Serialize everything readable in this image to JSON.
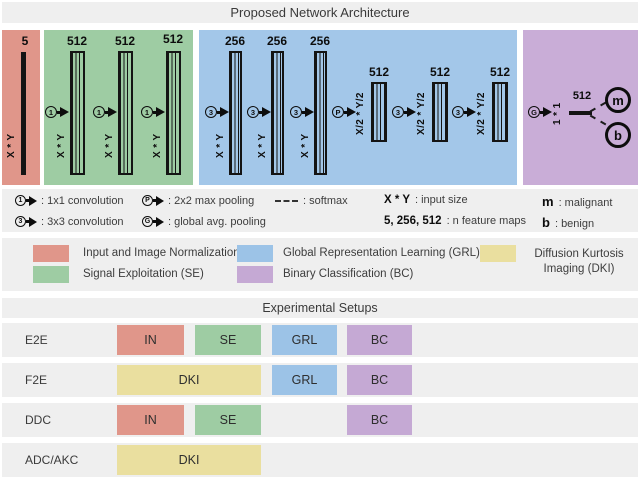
{
  "title": "Proposed Network Architecture",
  "colors": {
    "in": "#e0968a",
    "se": "#9ecca3",
    "grl": "#9cc3e7",
    "bc": "#c5a9d4",
    "dki": "#eadf9f",
    "band": "#efefef"
  },
  "arch": {
    "in": {
      "maps": "5",
      "size": "X * Y"
    },
    "se": {
      "units": [
        {
          "op": "1",
          "maps": "512",
          "size": "X * Y"
        },
        {
          "op": "1",
          "maps": "512",
          "size": "X * Y"
        },
        {
          "op": "1",
          "maps": "512",
          "size": "X * Y"
        }
      ]
    },
    "grl": {
      "tall_units": [
        {
          "op": "3",
          "maps": "256",
          "size": "X * Y"
        },
        {
          "op": "3",
          "maps": "256",
          "size": "X * Y"
        },
        {
          "op": "3",
          "maps": "256",
          "size": "X * Y"
        }
      ],
      "short_units": [
        {
          "op": "P",
          "maps": "512",
          "size": "X/2 * Y/2"
        },
        {
          "op": "3",
          "maps": "512",
          "size": "X/2 * Y/2"
        },
        {
          "op": "3",
          "maps": "512",
          "size": "X/2 * Y/2"
        }
      ]
    },
    "bc": {
      "op": "G",
      "size": "1 * 1",
      "vector": "512",
      "outputs": [
        {
          "label": "m"
        },
        {
          "label": "b"
        }
      ]
    }
  },
  "legend": {
    "ops": [
      {
        "glyph": "1",
        "label": ": 1x1 convolution"
      },
      {
        "glyph": "3",
        "label": ": 3x3 convolution"
      },
      {
        "glyph": "P",
        "label": ": 2x2 max pooling"
      },
      {
        "glyph": "G",
        "label": ": global avg. pooling"
      }
    ],
    "softmax": {
      "label": ": softmax"
    },
    "defs": [
      {
        "term": "X * Y",
        "desc": ":  input size"
      },
      {
        "term": "5, 256, 512",
        "desc": ":  n feature maps"
      },
      {
        "term": "m",
        "desc": ":  malignant"
      },
      {
        "term": "b",
        "desc": ":  benign"
      }
    ]
  },
  "color_legend": [
    {
      "key": "in",
      "label": "Input and Image Normalization (IN)"
    },
    {
      "key": "se",
      "label": "Signal Exploitation (SE)"
    },
    {
      "key": "grl",
      "label": "Global Representation Learning (GRL)"
    },
    {
      "key": "bc",
      "label": "Binary Classification (BC)"
    },
    {
      "key": "dki",
      "label_line1": "Diffusion Kurtosis",
      "label_line2": "Imaging (DKI)"
    }
  ],
  "setups": {
    "title": "Experimental Setups",
    "rows": [
      {
        "name": "E2E",
        "chips": [
          {
            "label": "IN"
          },
          {
            "label": "SE"
          },
          {
            "label": "GRL"
          },
          {
            "label": "BC"
          }
        ]
      },
      {
        "name": "F2E",
        "chips": [
          {
            "label": "DKI"
          },
          {
            "label": "GRL"
          },
          {
            "label": "BC"
          }
        ]
      },
      {
        "name": "DDC",
        "chips": [
          {
            "label": "IN"
          },
          {
            "label": "SE"
          },
          {
            "label": "BC"
          }
        ]
      },
      {
        "name": "ADC/AKC",
        "chips": [
          {
            "label": "DKI"
          }
        ]
      }
    ]
  }
}
